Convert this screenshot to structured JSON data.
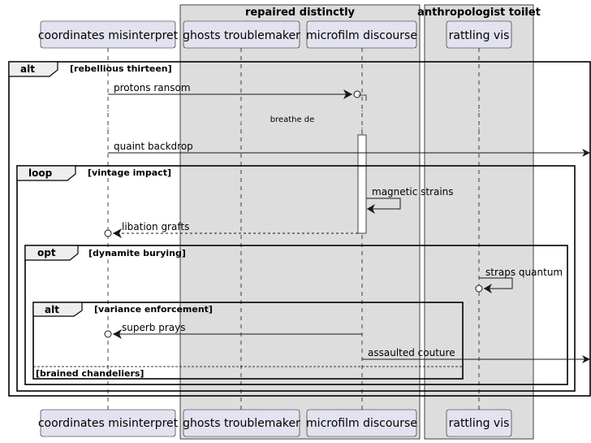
{
  "boxes": [
    {
      "title": "repaired distinctly"
    },
    {
      "title": "anthropologist toilet"
    }
  ],
  "participants": [
    {
      "id": "p1",
      "label": "coordinates misinterpret"
    },
    {
      "id": "p2",
      "label": "ghosts troublemaker"
    },
    {
      "id": "p3",
      "label": "microfilm discourse"
    },
    {
      "id": "p4",
      "label": "rattling vis"
    }
  ],
  "fragments": {
    "alt_outer": {
      "keyword": "alt",
      "guard": "[rebellious thirteen]"
    },
    "loop": {
      "keyword": "loop",
      "guard": "[vintage impact]"
    },
    "opt": {
      "keyword": "opt",
      "guard": "[dynamite burying]"
    },
    "alt_inner": {
      "keyword": "alt",
      "guard": "[variance enforcement]",
      "else_guard": "[brained chandeliers]"
    }
  },
  "divider": {
    "label": "breathe de"
  },
  "messages": [
    {
      "id": "m1",
      "label": "protons ransom",
      "from": "p1",
      "to": "p3",
      "style": "solid",
      "end": "circle"
    },
    {
      "id": "m2",
      "label": "quaint backdrop",
      "from": "p1",
      "to": "out",
      "style": "solid",
      "end": "arrow"
    },
    {
      "id": "m3",
      "label": "magnetic strains",
      "from": "p3",
      "to": "p3",
      "style": "solid",
      "end": "arrow"
    },
    {
      "id": "m4",
      "label": "libation grafts",
      "from": "p3",
      "to": "p1",
      "style": "dashed",
      "end": "circle"
    },
    {
      "id": "m5",
      "label": "straps quantum",
      "from": "p4",
      "to": "p4",
      "style": "solid",
      "end": "circle"
    },
    {
      "id": "m6",
      "label": "superb prays",
      "from": "p3",
      "to": "p1",
      "style": "solid",
      "end": "circle"
    },
    {
      "id": "m7",
      "label": "assaulted couture",
      "from": "p3",
      "to": "out",
      "style": "solid",
      "end": "arrow"
    }
  ]
}
